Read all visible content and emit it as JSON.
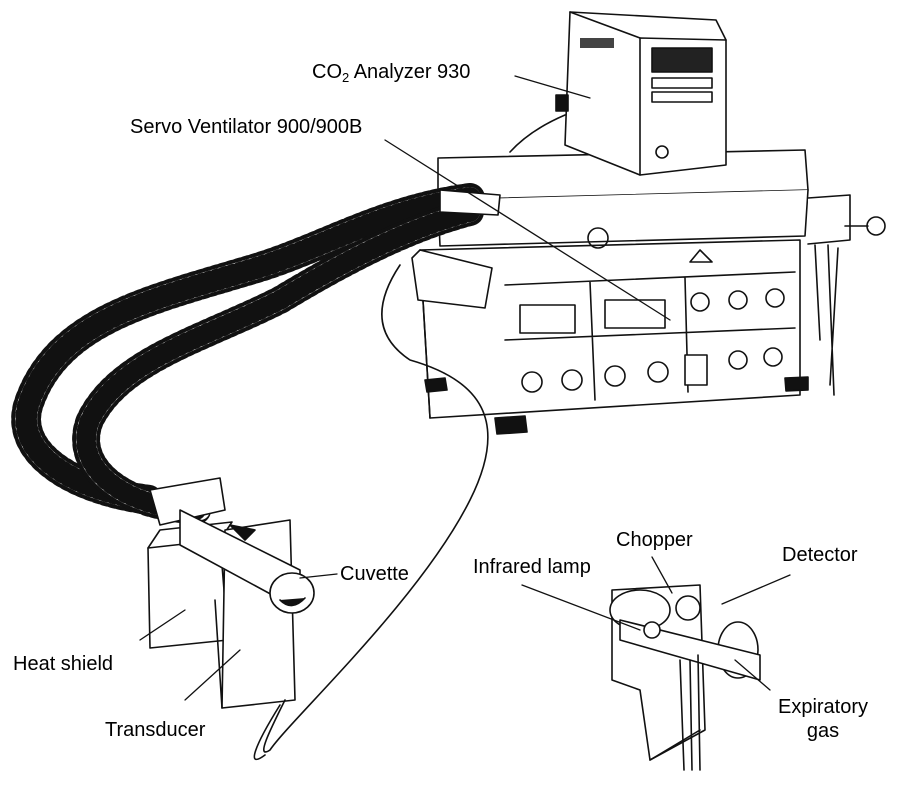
{
  "labels": {
    "co2_analyzer": {
      "prefix": "CO",
      "sub": "2",
      "rest": " Analyzer 930"
    },
    "servo_ventilator": "Servo Ventilator 900/900B",
    "chopper": "Chopper",
    "detector": "Detector",
    "infrared_lamp": "Infrared lamp",
    "cuvette": "Cuvette",
    "heat_shield": "Heat shield",
    "transducer": "Transducer",
    "expiratory_gas": [
      "Expiratory",
      "gas"
    ]
  },
  "colors": {
    "ink": "#111111",
    "paper": "#ffffff",
    "shade": "#cfcfcf"
  }
}
